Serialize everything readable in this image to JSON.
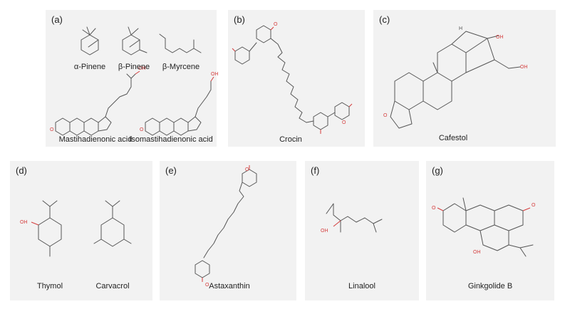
{
  "panels": {
    "a": {
      "label": "(a)",
      "captions": [
        "α-Pinene",
        "β-Pinene",
        "β-Myrcene",
        "Mastihadienonic acid",
        "Isomastihadienonic acid"
      ]
    },
    "b": {
      "label": "(b)",
      "captions": [
        "Crocin"
      ]
    },
    "c": {
      "label": "(c)",
      "captions": [
        "Cafestol"
      ]
    },
    "d": {
      "label": "(d)",
      "captions": [
        "Thymol",
        "Carvacrol"
      ]
    },
    "e": {
      "label": "(e)",
      "captions": [
        "Astaxanthin"
      ]
    },
    "f": {
      "label": "(f)",
      "captions": [
        "Linalool"
      ]
    },
    "g": {
      "label": "(g)",
      "captions": [
        "Ginkgolide B"
      ]
    }
  },
  "atom_labels": {
    "oxygen": "O",
    "hydroxyl": "OH",
    "hydrogen": "H"
  },
  "colors": {
    "panel_bg": "#f2f2f2",
    "bond": "#555555",
    "oxygen": "#d43c3c"
  }
}
